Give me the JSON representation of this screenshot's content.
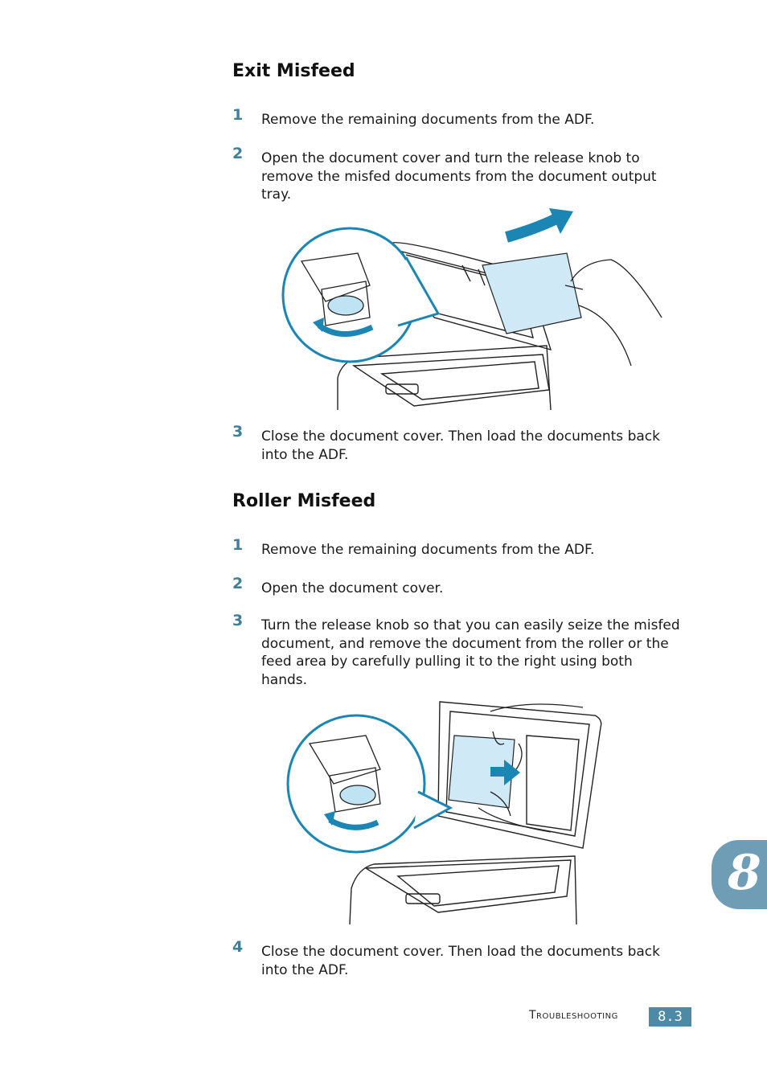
{
  "sections": [
    {
      "title": "Exit Misfeed",
      "steps": [
        {
          "num": "1",
          "text": "Remove the remaining documents from the ADF."
        },
        {
          "num": "2",
          "text": "Open the document cover and turn the release knob to remove the misfed documents from the document output tray."
        },
        {
          "num": "3",
          "text": "Close the document cover. Then load the documents back into the ADF."
        }
      ]
    },
    {
      "title": "Roller Misfeed",
      "steps": [
        {
          "num": "1",
          "text": "Remove the remaining documents from the ADF."
        },
        {
          "num": "2",
          "text": "Open the document cover."
        },
        {
          "num": "3",
          "text": "Turn the release knob so that you can easily seize the misfed document, and remove the document from the roller or the feed area by carefully pulling it to the right using both hands."
        },
        {
          "num": "4",
          "text": "Close the document cover. Then load the documents back into the ADF."
        }
      ]
    }
  ],
  "chapter_tab": "8",
  "footer": {
    "label": "Troubleshooting",
    "page": "8.3"
  },
  "colors": {
    "accent": "#3f7f98",
    "tab": "#6f9db6",
    "page_badge": "#4d8aa6",
    "arrow": "#1b86b4",
    "paper": "#cfeaf6"
  }
}
